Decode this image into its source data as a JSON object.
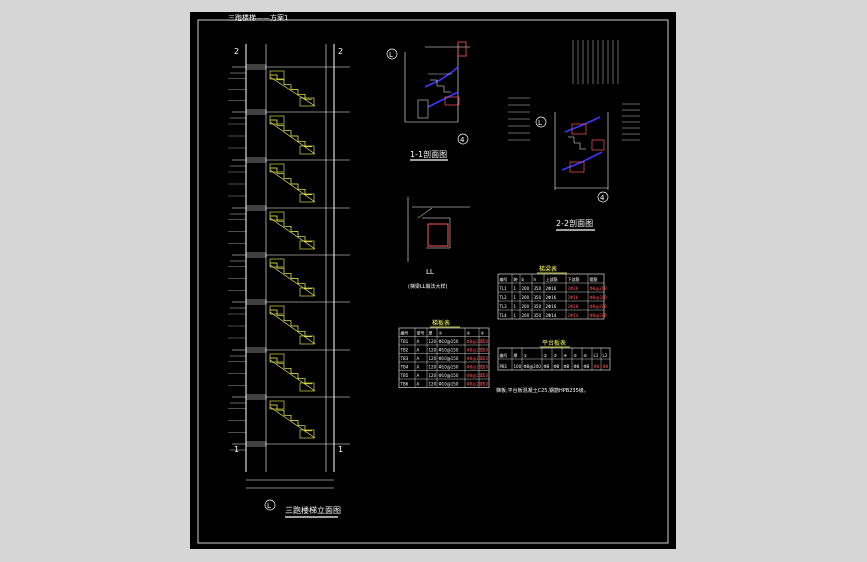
{
  "drawing": {
    "title": "三跑楼梯——方案1",
    "elevation_caption": "三跑楼梯立面图",
    "section_1_caption": "1-1剖面图",
    "section_2_caption": "2-2剖面图",
    "beam_detail_caption": "LL",
    "beam_detail_note": "(梯梁LL做法大样)",
    "axis_top_left": "2",
    "axis_top_right": "2",
    "axis_bottom_left": "1",
    "axis_bottom_right": "1",
    "axis_section": "4",
    "axis_L": "L"
  },
  "table_beam": {
    "title": "梯梁表",
    "headers": [
      "编号",
      "跨",
      "b",
      "h",
      "上部筋",
      "下部筋",
      "箍筋"
    ],
    "rows": [
      [
        "TL1",
        "1",
        "200",
        "350",
        "2Φ16",
        "2Φ16",
        "Φ8@200"
      ],
      [
        "TL2",
        "1",
        "200",
        "350",
        "2Φ16",
        "2Φ16",
        "Φ8@200"
      ],
      [
        "TL3",
        "1",
        "200",
        "350",
        "2Φ16",
        "2Φ18",
        "Φ8@200"
      ],
      [
        "TL4",
        "1",
        "200",
        "350",
        "2Φ14",
        "2Φ14",
        "Φ8@200"
      ]
    ]
  },
  "table_stair": {
    "title": "梯板表",
    "headers": [
      "编号",
      "型号",
      "厚",
      "①",
      "②",
      "③"
    ],
    "rows": [
      [
        "TB1",
        "A",
        "120",
        "Φ10@150",
        "Φ8@200",
        "150"
      ],
      [
        "TB2",
        "A",
        "120",
        "Φ10@150",
        "Φ8@200",
        "150"
      ],
      [
        "TB3",
        "A",
        "120",
        "Φ10@150",
        "Φ8@200",
        "150"
      ],
      [
        "TB4",
        "A",
        "120",
        "Φ10@150",
        "Φ8@200",
        "150"
      ],
      [
        "TB5",
        "A",
        "120",
        "Φ10@150",
        "Φ8@200",
        "150"
      ],
      [
        "TB6",
        "A",
        "120",
        "Φ10@150",
        "Φ8@200",
        "150"
      ]
    ]
  },
  "table_platform": {
    "title": "平台板表",
    "headers": [
      "编号",
      "厚",
      "①",
      "②",
      "③",
      "④",
      "⑤",
      "⑥",
      "L1",
      "L2"
    ],
    "rows": [
      [
        "PB1",
        "100",
        "Φ8@200",
        "Φ8",
        "Φ8",
        "Φ8",
        "Φ8",
        "Φ8",
        "Φ8",
        "Φ8"
      ]
    ],
    "note": "梯板,平台板混凝土C25,钢筋HPB235级。"
  },
  "colors": {
    "background": "#000000",
    "line_white": "#ffffff",
    "line_yellow": "#ffff55",
    "line_blue": "#3a3aff",
    "line_red": "#ff5555",
    "page": "#d6d6d6"
  }
}
